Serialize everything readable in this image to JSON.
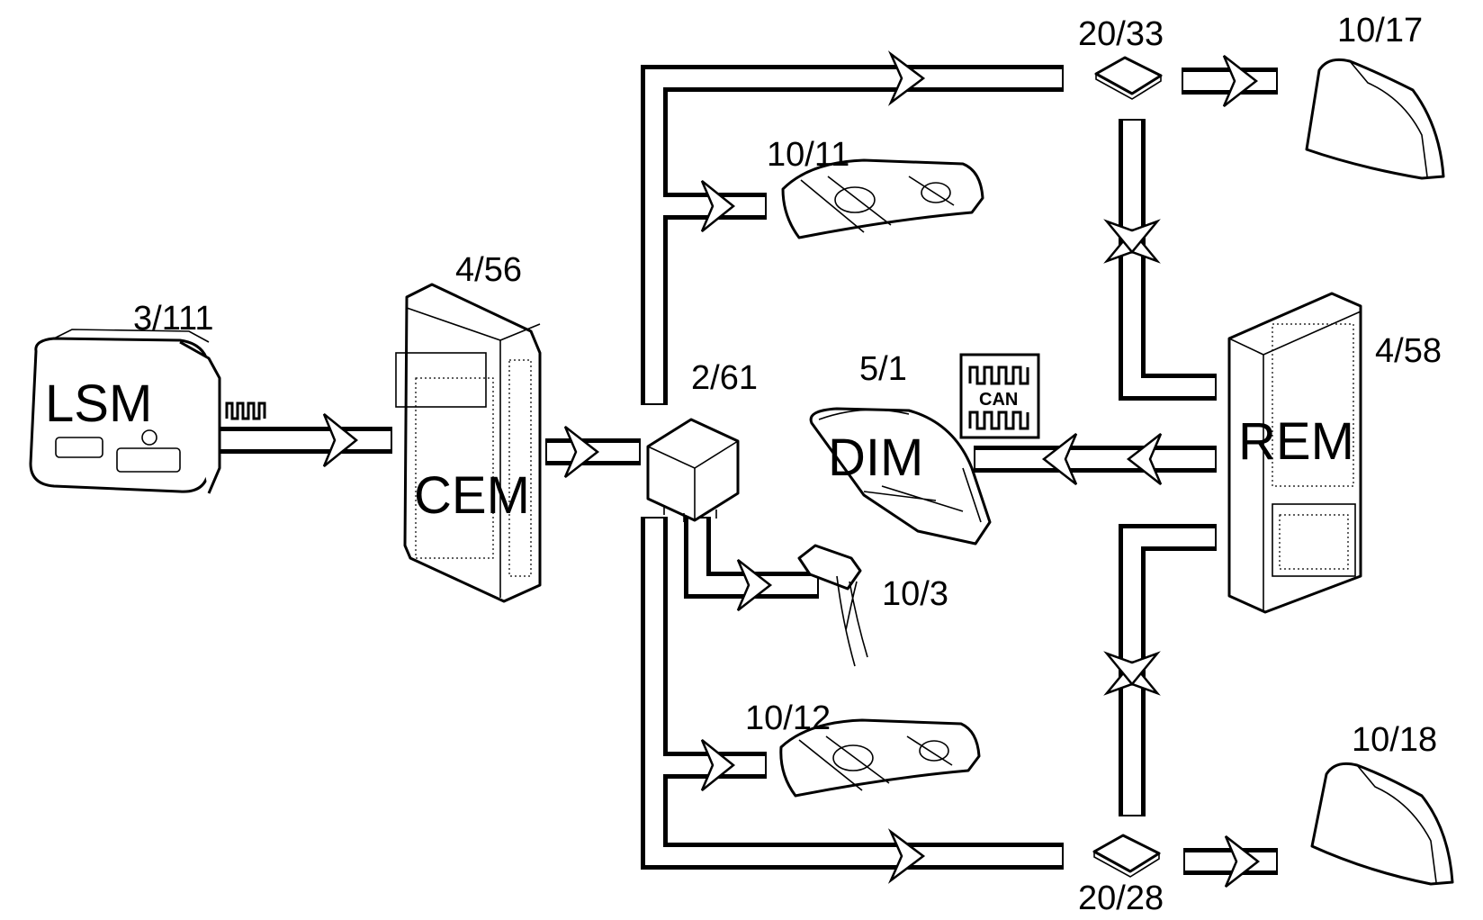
{
  "components": {
    "lsm": {
      "ref": "3/111",
      "label": "LSM"
    },
    "cem": {
      "ref": "4/56",
      "label": "CEM"
    },
    "relay": {
      "ref": "2/61"
    },
    "dim": {
      "ref": "5/1",
      "label": "DIM"
    },
    "rem": {
      "ref": "4/58",
      "label": "REM"
    },
    "headlamp_left": {
      "ref": "10/11"
    },
    "headlamp_right": {
      "ref": "10/12"
    },
    "fog_lamp": {
      "ref": "10/3"
    },
    "rear_lamp_left": {
      "ref": "10/17"
    },
    "rear_lamp_right": {
      "ref": "10/18"
    },
    "connector_upper": {
      "ref": "20/33"
    },
    "connector_lower": {
      "ref": "20/28"
    }
  },
  "bus_badge": {
    "label": "CAN"
  },
  "colors": {
    "line": "#000000",
    "background": "#ffffff"
  }
}
